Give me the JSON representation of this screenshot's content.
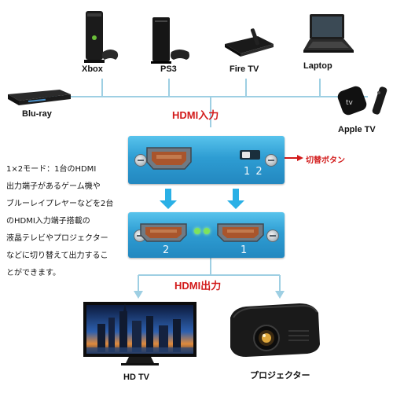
{
  "devices": {
    "xbox": "Xbox",
    "ps3": "PS3",
    "firetv": "Fire TV",
    "laptop": "Laptop",
    "bluray": "Blu-ray",
    "appletv": "Apple TV"
  },
  "labels": {
    "hdmi_in": "HDMI入力",
    "hdmi_out": "HDMI出力",
    "switch_button": "切替ボタン",
    "switch_numbers": "1 2",
    "port2": "2",
    "port1": "1"
  },
  "description": {
    "lines": [
      "1×2モード：1台のHDMI",
      "出力端子があるゲーム機や",
      "ブルーレイプレヤーなどを2台",
      "のHDMI入力端子搭載の",
      "液晶テレビやプロジェクター",
      "などに切り替えて出力するこ",
      "とができます。"
    ]
  },
  "outputs": {
    "hdtv": "HD TV",
    "projector": "プロジェクター"
  },
  "colors": {
    "line": "#9ecfe3",
    "arrow": "#2ab0e6",
    "red": "#d21a1a",
    "panel": "#3aa6dc"
  }
}
